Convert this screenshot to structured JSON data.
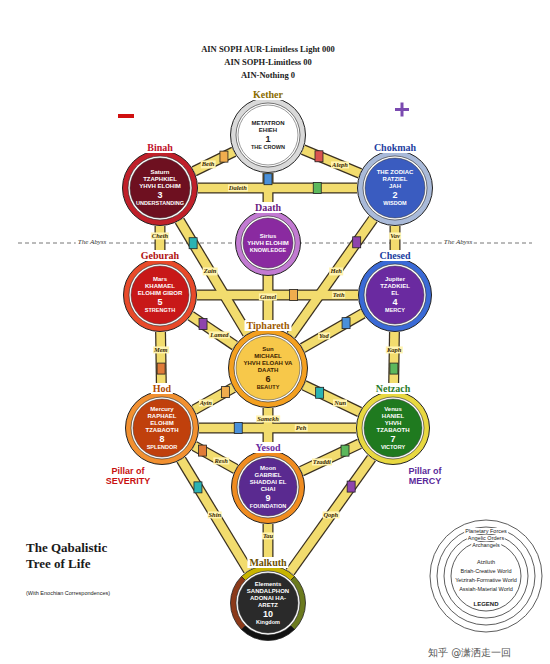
{
  "diagram": {
    "title": "The Qabalistic Tree of Life",
    "nodes": [
      {
        "text": [
          "Kether",
          "METATRON",
          "EHIEH",
          "1",
          "THE CROWN"
        ]
      },
      {
        "text": [
          "Binah",
          "Saturn",
          "TZAPHKIEL",
          "YHVH ELOHIM",
          "3",
          "UNDERSTANDING"
        ]
      },
      {
        "text": [
          "Chokmah",
          "THE ZODIAC",
          "RATZIEL",
          "JAH",
          "2",
          "WISDOM"
        ]
      },
      {
        "text": [
          "Daath",
          "Sirius",
          "YHVH ELOHIM",
          "KNOWLEDGE"
        ]
      },
      {
        "text": [
          "Geburah",
          "Mars",
          "KHAMAEL",
          "ELOHIM GIBOR",
          "5",
          "STRENGTH"
        ]
      },
      {
        "text": [
          "Chesed",
          "Jupiter",
          "TZADKIEL",
          "EL",
          "4",
          "MERCY"
        ]
      },
      {
        "text": [
          "Tiphareth",
          "Sun",
          "MICHAEL",
          "YHVH ELOAH VA DAATH",
          "6",
          "BEAUTY"
        ]
      },
      {
        "text": [
          "Hod",
          "Mercury",
          "RAPHAEL",
          "ELOHIM TZABAOTH",
          "8",
          "SPLENDOR"
        ]
      },
      {
        "text": [
          "Netzach",
          "Venus",
          "HANIEL",
          "YHVH TZABAOTH",
          "7",
          "VICTORY"
        ]
      },
      {
        "text": [
          "Yesod",
          "Moon",
          "GABRIEL",
          "SHADDAI EL CHAI",
          "9",
          "FOUNDATION"
        ]
      },
      {
        "text": [
          "Malkuth",
          "Elements",
          "SANDALPHON",
          "ADONAI HA-ARETZ",
          "10",
          "Kingdom"
        ]
      }
    ],
    "edges": [
      {
        "from": 0,
        "to": 2,
        "arrow": "none",
        "label": "Aleph"
      },
      {
        "from": 0,
        "to": 1,
        "arrow": "none",
        "label": "Beth"
      },
      {
        "from": 0,
        "to": 6,
        "arrow": "none",
        "label": "Gimel"
      },
      {
        "from": 2,
        "to": 1,
        "arrow": "none",
        "label": "Daleth"
      },
      {
        "from": 2,
        "to": 6,
        "arrow": "none",
        "label": "Heh"
      },
      {
        "from": 2,
        "to": 5,
        "arrow": "none",
        "label": "Vav"
      },
      {
        "from": 1,
        "to": 6,
        "arrow": "none",
        "label": "Zain"
      },
      {
        "from": 1,
        "to": 4,
        "arrow": "none",
        "label": "Cheth"
      },
      {
        "from": 5,
        "to": 4,
        "arrow": "none",
        "label": "Teth"
      },
      {
        "from": 5,
        "to": 6,
        "arrow": "none",
        "label": "Yod"
      },
      {
        "from": 5,
        "to": 8,
        "arrow": "none",
        "label": "Kaph"
      },
      {
        "from": 4,
        "to": 6,
        "arrow": "none",
        "label": "Lamed"
      },
      {
        "from": 4,
        "to": 7,
        "arrow": "none",
        "label": "Mem"
      },
      {
        "from": 6,
        "to": 8,
        "arrow": "none",
        "label": "Nun"
      },
      {
        "from": 6,
        "to": 9,
        "arrow": "none",
        "label": "Samekh"
      },
      {
        "from": 6,
        "to": 7,
        "arrow": "none",
        "label": "Ayin"
      },
      {
        "from": 8,
        "to": 7,
        "arrow": "none",
        "label": "Peh"
      },
      {
        "from": 8,
        "to": 9,
        "arrow": "none",
        "label": "Tzaddi"
      },
      {
        "from": 8,
        "to": 10,
        "arrow": "none",
        "label": "Qoph"
      },
      {
        "from": 7,
        "to": 9,
        "arrow": "none",
        "label": "Resh"
      },
      {
        "from": 7,
        "to": 10,
        "arrow": "none",
        "label": "Shin"
      },
      {
        "from": 9,
        "to": 10,
        "arrow": "none",
        "label": "Tau"
      }
    ],
    "labels": [
      "AIN SOPH AUR-Limitless Light 000",
      "AIN SOPH-Limitless 00",
      "AIN-Nothing 0",
      "The Abyss",
      "The Abyss",
      "Pillar of SEVERITY",
      "Pillar of MERCY",
      "(With Enochian Correspondences)",
      "LEGEND",
      "知乎 @潇洒走一回"
    ],
    "legend": [
      {
        "text": "Planetary Forces"
      },
      {
        "text": "Angelic Orders"
      },
      {
        "text": "Archangels"
      },
      {
        "text": "Atziluth"
      },
      {
        "text": "Briah-Creative World"
      },
      {
        "text": "Yetzirah-Formative World"
      },
      {
        "text": "Assiah-Material World"
      }
    ]
  }
}
